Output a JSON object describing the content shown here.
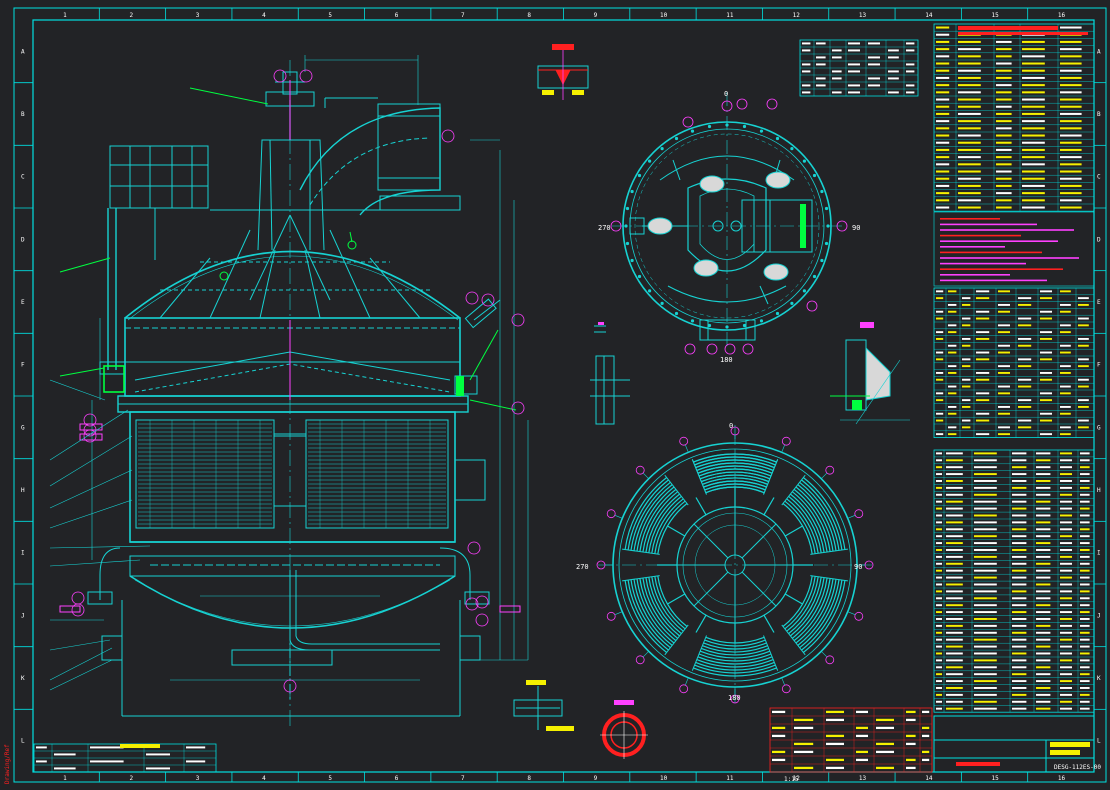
{
  "colors": {
    "background": "#222326",
    "frame": "#00e0e0",
    "geometry": "#17d2d2",
    "text": "#ffffff",
    "accent_yellow": "#f5f000",
    "accent_red": "#ff2020",
    "accent_magenta": "#ff40ff",
    "accent_green": "#00ff40",
    "fill_gray": "#d8d8d8"
  },
  "column_labels": [
    "1",
    "2",
    "3",
    "4",
    "5",
    "6",
    "7",
    "8",
    "9",
    "10",
    "11",
    "12",
    "13",
    "14",
    "15",
    "16"
  ],
  "row_labels": [
    "A",
    "B",
    "C",
    "D",
    "E",
    "F",
    "G",
    "H",
    "I",
    "J",
    "K",
    "L"
  ],
  "plan_angles": {
    "top": "0",
    "left": "270",
    "right": "90",
    "bottom": "180"
  },
  "section_angles": {
    "top": "0",
    "left": "270",
    "right": "90",
    "bottom": "180"
  },
  "scale_text": "1:15",
  "drawing_number": "DESG-112ES-00",
  "vertical_margin_text": "Drawing/Ref"
}
